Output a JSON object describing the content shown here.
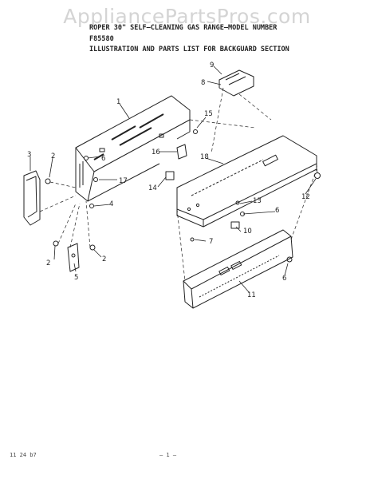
{
  "watermark": "AppliancePartsPros.com",
  "header": {
    "line1": "ROPER 30\" SELF–CLEANING GAS RANGE–MODEL NUMBER",
    "line2": "F85580",
    "line3": "ILLUSTRATION AND PARTS LIST FOR BACKGUARD SECTION"
  },
  "parts": {
    "p1": "1",
    "p2a": "2",
    "p2b": "2",
    "p2c": "2",
    "p3": "3",
    "p4": "4",
    "p5": "5",
    "p6a": "6",
    "p6b": "6",
    "p6c": "6",
    "p7": "7",
    "p8": "8",
    "p9": "9",
    "p10": "10",
    "p11": "11",
    "p12": "12",
    "p13": "13",
    "p14": "14",
    "p15": "15",
    "p16": "16",
    "p17": "17",
    "p18": "18"
  },
  "footer": {
    "left": "11 24 b7",
    "page": "– 1 –"
  }
}
